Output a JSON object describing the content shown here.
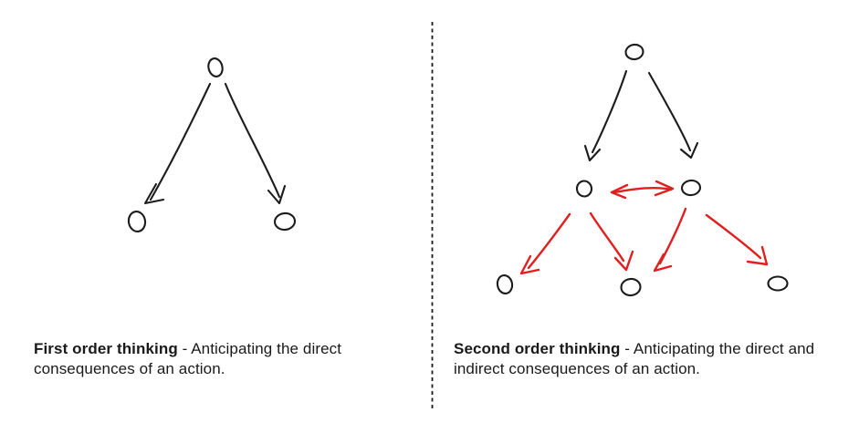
{
  "colors": {
    "ink": "#1c1c1e",
    "accent_red": "#e01f1f",
    "background": "#ffffff",
    "text": "#1a1a1a"
  },
  "divider": {
    "type": "vertical-dotted-line"
  },
  "panels": {
    "first_order": {
      "caption_title": "First order thinking",
      "caption_body": "- Anticipating the direct consequences of an action.",
      "diagram": {
        "type": "tree",
        "nodes": [
          {
            "id": "action",
            "level": 0
          },
          {
            "id": "direct-consequence-left",
            "level": 1
          },
          {
            "id": "direct-consequence-right",
            "level": 1
          }
        ],
        "edges": [
          {
            "from": "action",
            "to": "direct-consequence-left",
            "color": "ink",
            "bidirectional": false
          },
          {
            "from": "action",
            "to": "direct-consequence-right",
            "color": "ink",
            "bidirectional": false
          }
        ]
      }
    },
    "second_order": {
      "caption_title": "Second order thinking",
      "caption_body": "- Anticipating the direct and indirect consequences of an action.",
      "diagram": {
        "type": "tree",
        "nodes": [
          {
            "id": "action",
            "level": 0
          },
          {
            "id": "direct-consequence-left",
            "level": 1
          },
          {
            "id": "direct-consequence-right",
            "level": 1
          },
          {
            "id": "indirect-consequence-left",
            "level": 2
          },
          {
            "id": "indirect-consequence-middle",
            "level": 2
          },
          {
            "id": "indirect-consequence-right",
            "level": 2
          }
        ],
        "edges": [
          {
            "from": "action",
            "to": "direct-consequence-left",
            "color": "ink",
            "bidirectional": false
          },
          {
            "from": "action",
            "to": "direct-consequence-right",
            "color": "ink",
            "bidirectional": false
          },
          {
            "from": "direct-consequence-left",
            "to": "direct-consequence-right",
            "color": "accent_red",
            "bidirectional": true
          },
          {
            "from": "direct-consequence-left",
            "to": "indirect-consequence-left",
            "color": "accent_red",
            "bidirectional": false
          },
          {
            "from": "direct-consequence-left",
            "to": "indirect-consequence-middle",
            "color": "accent_red",
            "bidirectional": false
          },
          {
            "from": "direct-consequence-right",
            "to": "indirect-consequence-middle",
            "color": "accent_red",
            "bidirectional": false
          },
          {
            "from": "direct-consequence-right",
            "to": "indirect-consequence-right",
            "color": "accent_red",
            "bidirectional": false
          }
        ]
      }
    }
  }
}
